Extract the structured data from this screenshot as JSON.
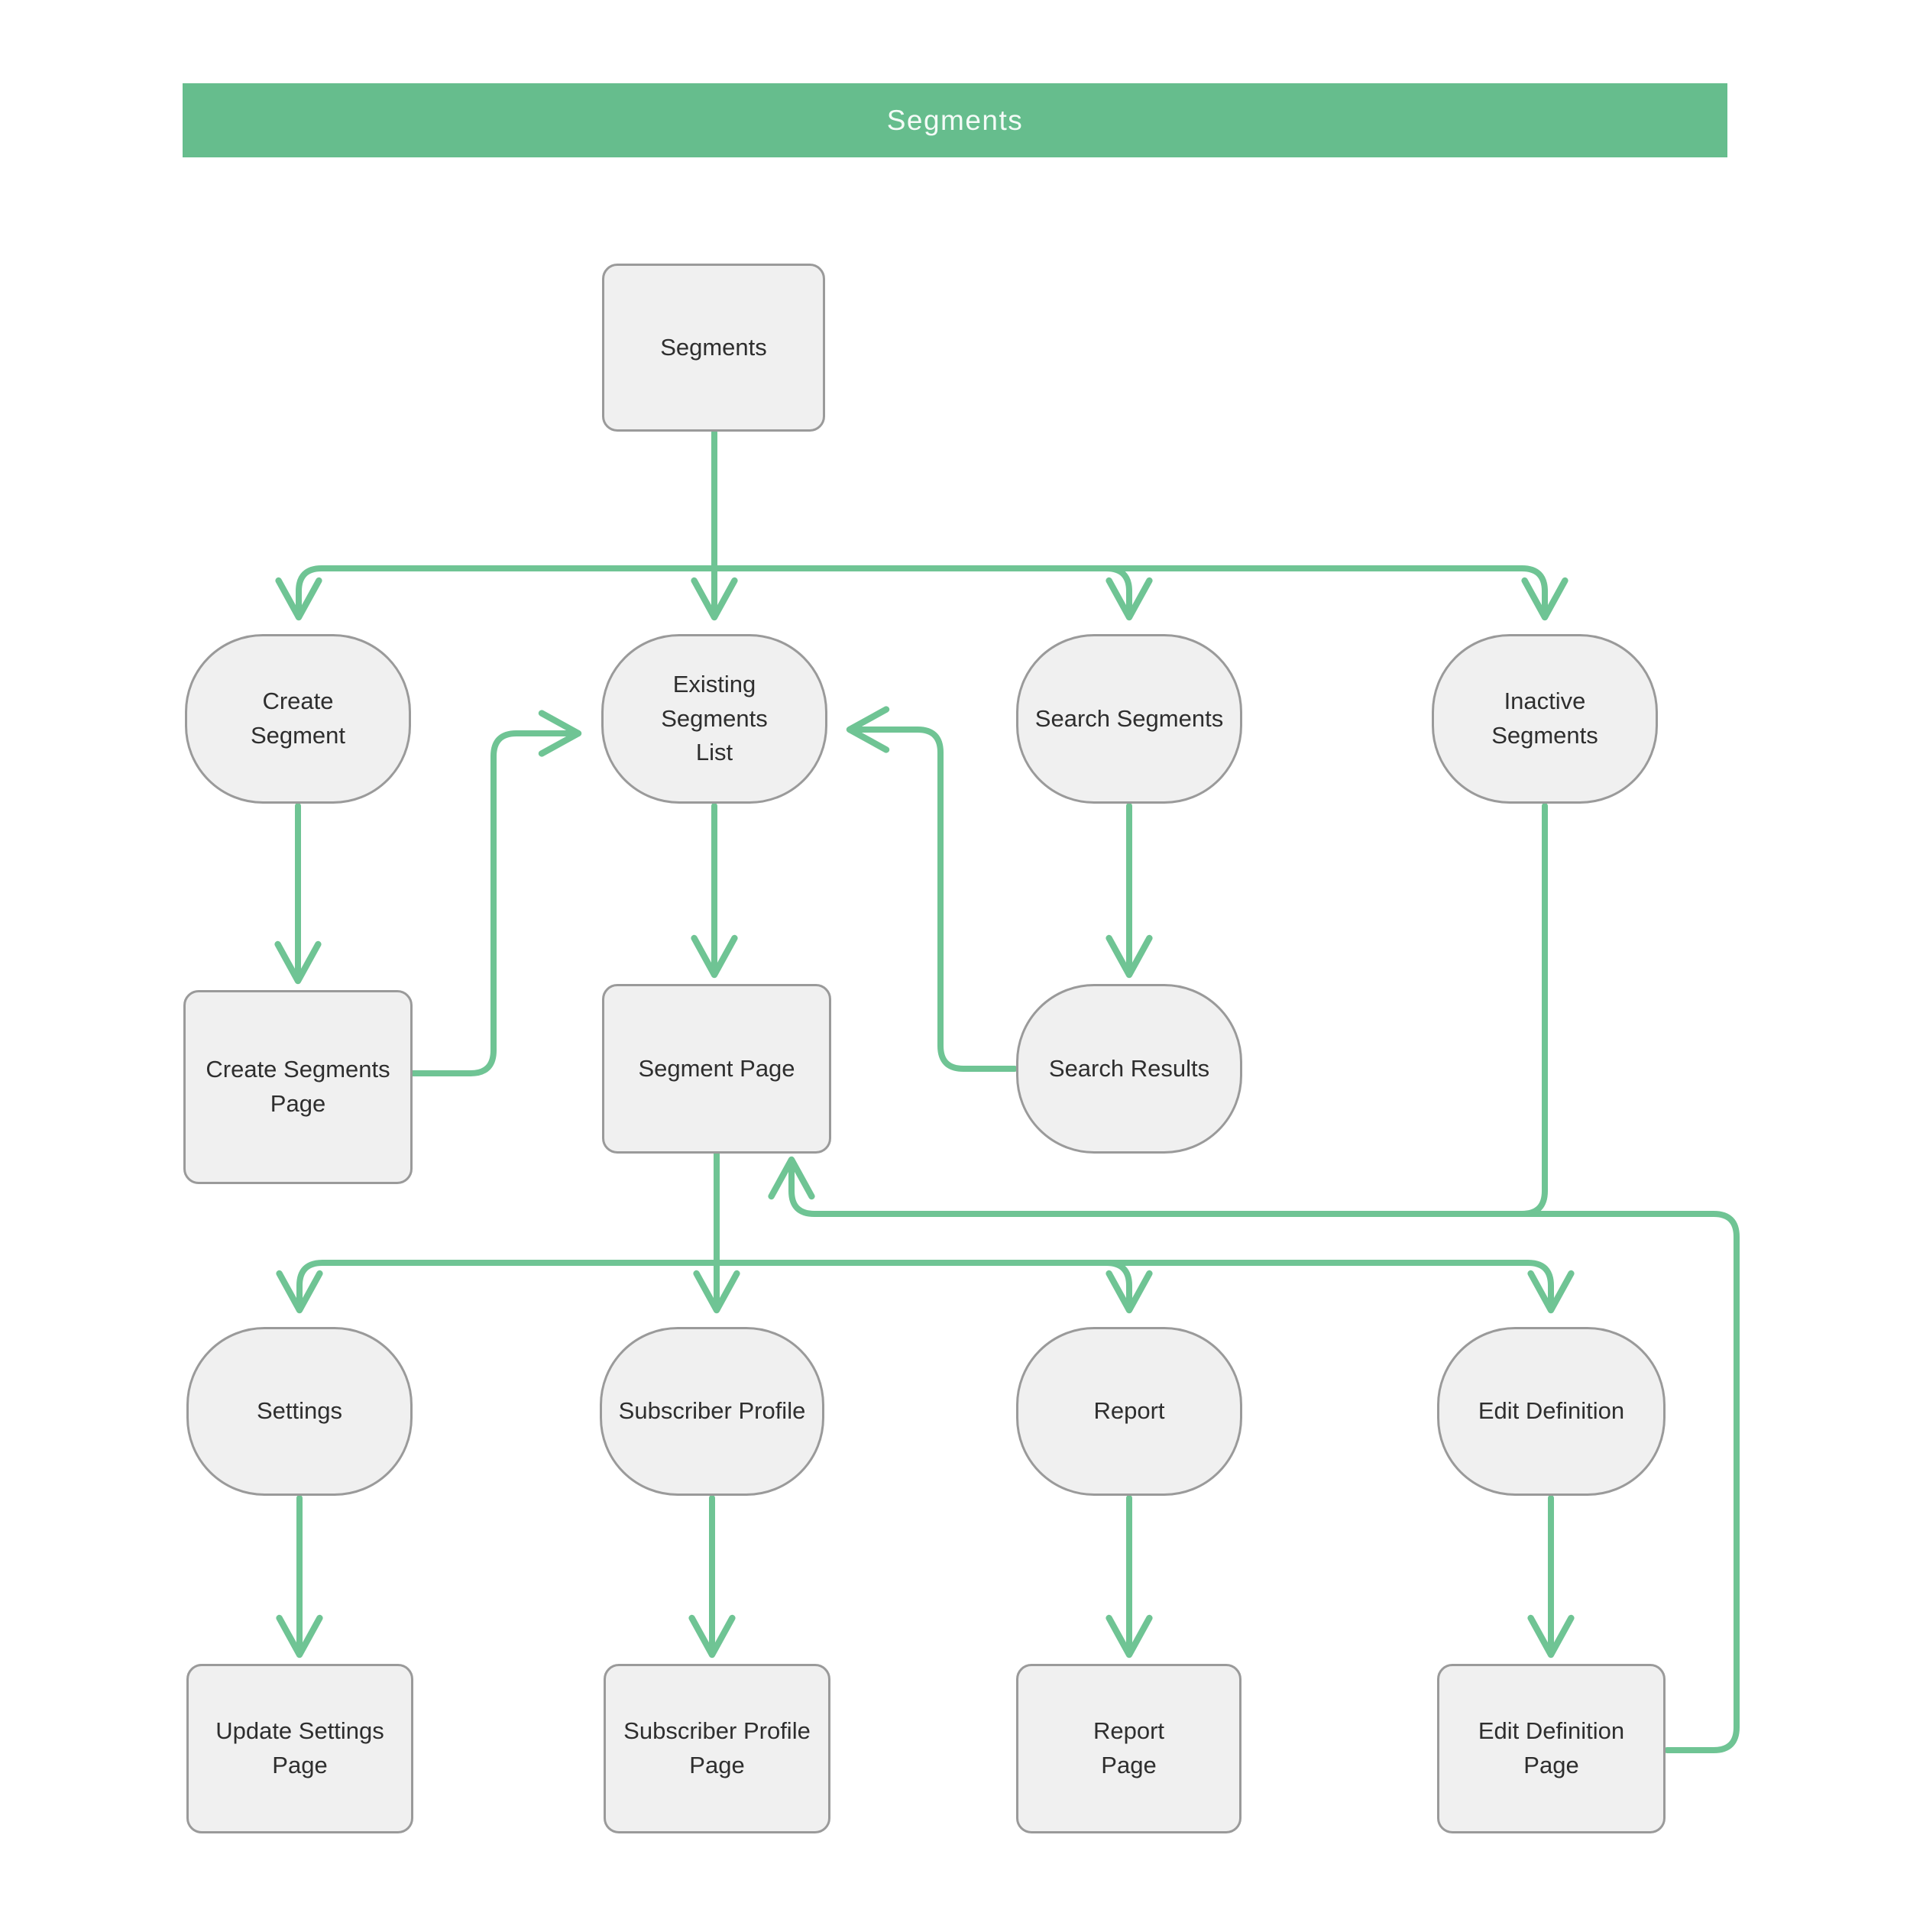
{
  "header": {
    "title": "Segments"
  },
  "colors": {
    "header_bg": "#66BD8D",
    "header_text": "#F4FBF7",
    "connector": "#6FC494",
    "node_fill": "#F0F0F0",
    "node_border": "#9A9A9A",
    "node_text": "#2E2E2E"
  },
  "nodes": {
    "segments_root": {
      "label": "Segments",
      "shape": "rectangle"
    },
    "create_segment": {
      "label": "Create\nSegment",
      "shape": "ellipse"
    },
    "existing_segments_list": {
      "label": "Existing\nSegments\nList",
      "shape": "ellipse"
    },
    "search_segments": {
      "label": "Search Segments",
      "shape": "ellipse"
    },
    "inactive_segments": {
      "label": "Inactive\nSegments",
      "shape": "ellipse"
    },
    "create_segments_page": {
      "label": "Create Segments\nPage",
      "shape": "rectangle"
    },
    "segment_page": {
      "label": "Segment Page",
      "shape": "rectangle"
    },
    "search_results": {
      "label": "Search Results",
      "shape": "ellipse"
    },
    "settings": {
      "label": "Settings",
      "shape": "ellipse"
    },
    "subscriber_profile": {
      "label": "Subscriber Profile",
      "shape": "ellipse"
    },
    "report": {
      "label": "Report",
      "shape": "ellipse"
    },
    "edit_definition": {
      "label": "Edit Definition",
      "shape": "ellipse"
    },
    "update_settings_page": {
      "label": "Update Settings\nPage",
      "shape": "rectangle"
    },
    "subscriber_profile_page": {
      "label": "Subscriber Profile\nPage",
      "shape": "rectangle"
    },
    "report_page": {
      "label": "Report\nPage",
      "shape": "rectangle"
    },
    "edit_definition_page": {
      "label": "Edit Definition\nPage",
      "shape": "rectangle"
    }
  },
  "edges": [
    {
      "from": "segments_root",
      "to": "create_segment"
    },
    {
      "from": "segments_root",
      "to": "existing_segments_list"
    },
    {
      "from": "segments_root",
      "to": "search_segments"
    },
    {
      "from": "segments_root",
      "to": "inactive_segments"
    },
    {
      "from": "create_segment",
      "to": "create_segments_page"
    },
    {
      "from": "create_segments_page",
      "to": "existing_segments_list"
    },
    {
      "from": "existing_segments_list",
      "to": "segment_page"
    },
    {
      "from": "search_segments",
      "to": "search_results"
    },
    {
      "from": "search_results",
      "to": "existing_segments_list"
    },
    {
      "from": "inactive_segments",
      "to": "segment_page"
    },
    {
      "from": "segment_page",
      "to": "settings"
    },
    {
      "from": "segment_page",
      "to": "subscriber_profile"
    },
    {
      "from": "segment_page",
      "to": "report"
    },
    {
      "from": "segment_page",
      "to": "edit_definition"
    },
    {
      "from": "settings",
      "to": "update_settings_page"
    },
    {
      "from": "subscriber_profile",
      "to": "subscriber_profile_page"
    },
    {
      "from": "report",
      "to": "report_page"
    },
    {
      "from": "edit_definition",
      "to": "edit_definition_page"
    },
    {
      "from": "edit_definition_page",
      "to": "segment_page"
    }
  ]
}
